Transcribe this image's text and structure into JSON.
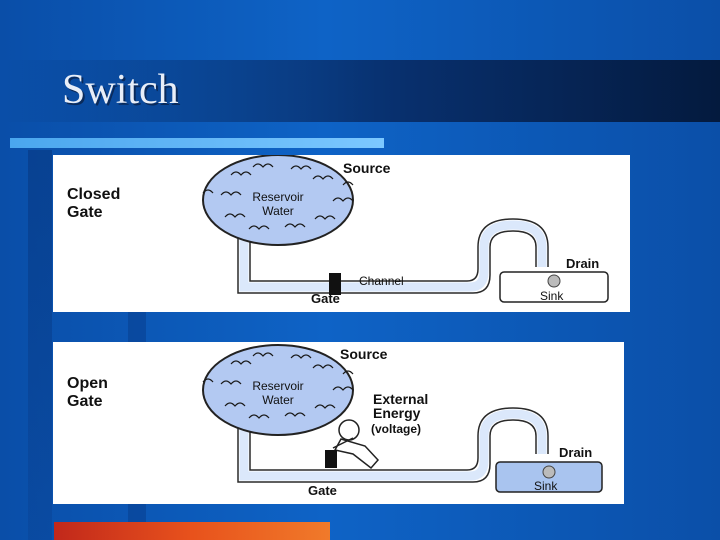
{
  "slide": {
    "title": "Switch"
  },
  "closed_diagram": {
    "state_line1": "Closed",
    "state_line2": "Gate",
    "source": "Source",
    "reservoir_line1": "Reservoir",
    "reservoir_line2": "Water",
    "channel": "Channel",
    "gate": "Gate",
    "drain": "Drain",
    "sink": "Sink"
  },
  "open_diagram": {
    "state_line1": "Open",
    "state_line2": "Gate",
    "source": "Source",
    "reservoir_line1": "Reservoir",
    "reservoir_line2": "Water",
    "energy_line1": "External",
    "energy_line2": "Energy",
    "energy_line3": "(voltage)",
    "gate": "Gate",
    "drain": "Drain",
    "sink": "Sink"
  },
  "colors": {
    "background": "#0e63c6",
    "reservoir": "#b3c9f2",
    "water_channel": "#dbe8fb",
    "sink_closed": "#ffffff",
    "sink_open": "#a9c4ef"
  }
}
